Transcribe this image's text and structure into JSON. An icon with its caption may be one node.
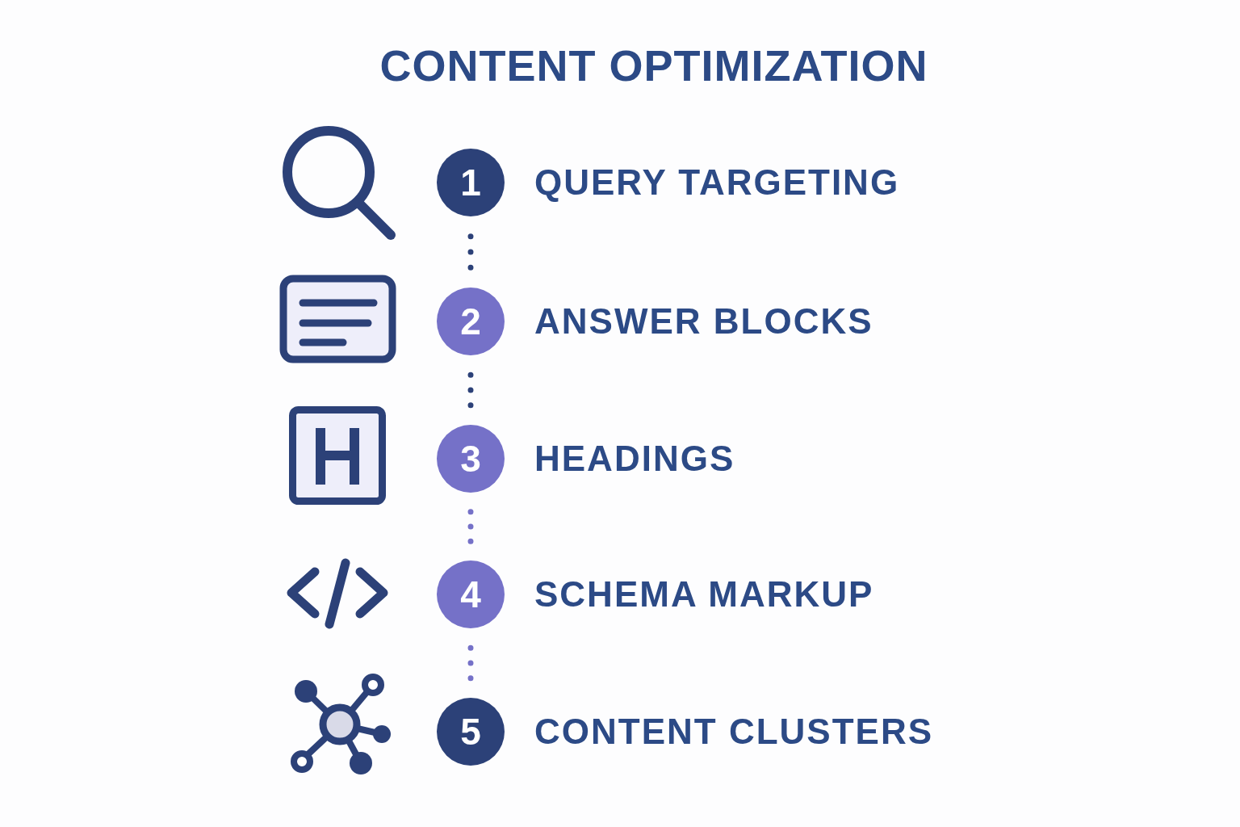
{
  "diagram": {
    "title": "CONTENT OPTIMIZATION",
    "nodes": [
      {
        "text": [
          "1"
        ],
        "beside": [
          "QUERY TARGETING"
        ]
      },
      {
        "text": [
          "2"
        ],
        "beside": [
          "ANSWER BLOCKS"
        ]
      },
      {
        "text": [
          "3"
        ],
        "beside": [
          "HEADINGS"
        ]
      },
      {
        "text": [
          "4"
        ],
        "beside": [
          "SCHEMA MARKUP"
        ]
      },
      {
        "text": [
          "5"
        ],
        "beside": [
          "CONTENT CLUSTERS"
        ]
      }
    ],
    "edges": [
      {
        "from": 0,
        "to": 1,
        "arrow": "none",
        "style": "dashed"
      },
      {
        "from": 1,
        "to": 2,
        "arrow": "none",
        "style": "dashed"
      },
      {
        "from": 2,
        "to": 3,
        "arrow": "none",
        "style": "dashed",
        "color": "#7571c8"
      },
      {
        "from": 3,
        "to": 4,
        "arrow": "none",
        "style": "dashed",
        "color": "#7571c8"
      }
    ]
  }
}
